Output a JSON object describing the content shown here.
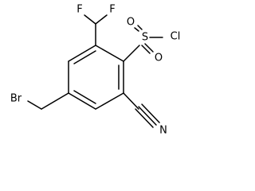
{
  "molecule": {
    "atoms": {
      "F1": "F",
      "F2": "F",
      "S": "S",
      "Cl": "Cl",
      "O1": "O",
      "O2": "O",
      "Br": "Br",
      "N": "N"
    }
  },
  "colors": {
    "bond": "#000000",
    "label": "#000000",
    "background": "#ffffff"
  }
}
